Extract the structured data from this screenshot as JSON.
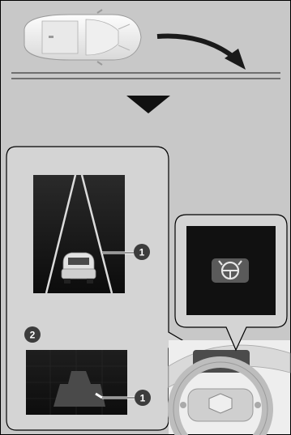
{
  "callouts": {
    "lane_marker": "1",
    "low_speed_marker": "1",
    "step_two": "2"
  },
  "colors": {
    "background": "#c8c8c8",
    "frame": "#000000",
    "panel_fill": "#d4d4d4",
    "screen_dark": "#111111",
    "lane_line": "#dcdcdc",
    "callout_fill": "#3c3c3c",
    "arrow": "#1a1a1a"
  },
  "icons": {
    "car_top": "car-top-view-icon",
    "turn_arrow": "curved-arrow-icon",
    "step_arrow": "down-triangle-icon",
    "steering_indicator": "steering-wheel-hands-icon"
  }
}
